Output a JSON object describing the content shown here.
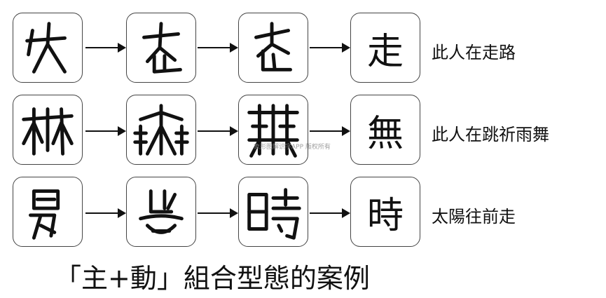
{
  "rows": [
    {
      "modern": "走",
      "meaning": "此人在走路"
    },
    {
      "modern": "無",
      "meaning": "此人在跳祈雨舞"
    },
    {
      "modern": "時",
      "meaning": "太陽往前走"
    }
  ],
  "caption": "「主+動」組合型態的案例",
  "watermark": "象形图解识字APP 版权所有"
}
